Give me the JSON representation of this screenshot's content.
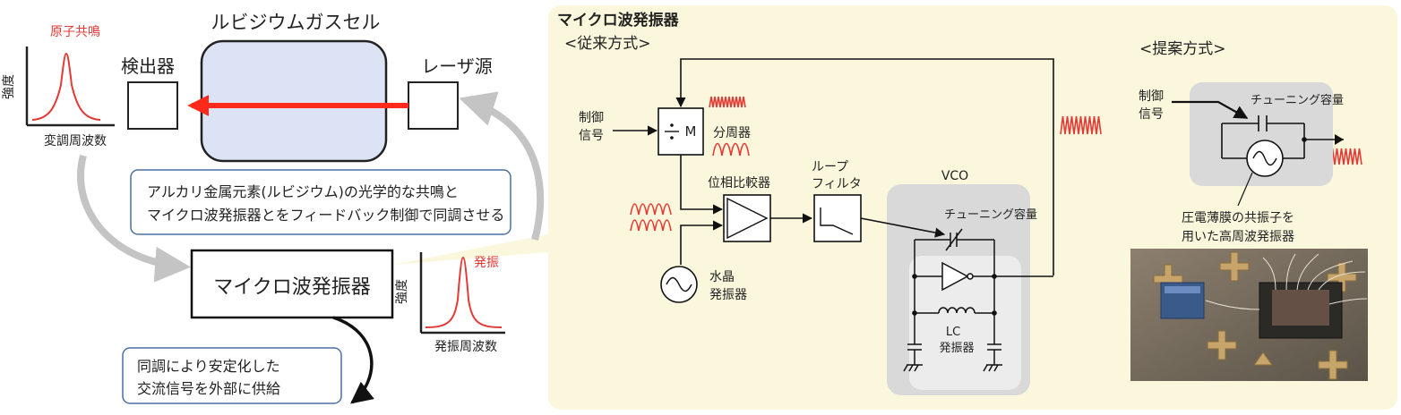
{
  "left": {
    "cell_label": "ルビジウムガスセル",
    "detector": "検出器",
    "laser": "レーザ源",
    "resonance_label": "原子共鳴",
    "graph1_ylabel": "強度",
    "graph1_xlabel": "変調周波数",
    "info_line1": "アルカリ金属元素(ルビジウム)の光学的な共鳴と",
    "info_line2": "マイクロ波発振器とをフィードバック制御で同調させる",
    "oscillator": "マイクロ波発振器",
    "graph2_ylabel": "強度",
    "graph2_xlabel": "発振周波数",
    "oscillation_label": "発振",
    "output_line1": "同調により安定化した",
    "output_line2": "交流信号を外部に供給"
  },
  "right": {
    "title": "マイクロ波発振器",
    "conventional": "<従来方式>",
    "proposed": "<提案方式>",
    "control_1": "制御",
    "control_2": "信号",
    "divider_symbol": "M",
    "divider": "分周器",
    "phase_comparator": "位相比較器",
    "loop_filter_1": "ループ",
    "loop_filter_2": "フィルタ",
    "vco": "VCO",
    "tuning_capacitance": "チューニング容量",
    "crystal_1": "水晶",
    "crystal_2": "発振器",
    "lc_1": "LC",
    "lc_2": "発振器",
    "prop_control_1": "制御",
    "prop_control_2": "信号",
    "prop_tuning": "チューニング容量",
    "resonator_1": "圧電薄膜の共振子を",
    "resonator_2": "用いた高周波発振器"
  },
  "colors": {
    "accent_red": "#e53935",
    "cell_fill": "#dbe3f4",
    "panel_fill": "#fbf7dc",
    "gray_box": "#d9d9d9",
    "info_border": "#4a6fa5",
    "arrow_gray": "#c4c4c4"
  }
}
